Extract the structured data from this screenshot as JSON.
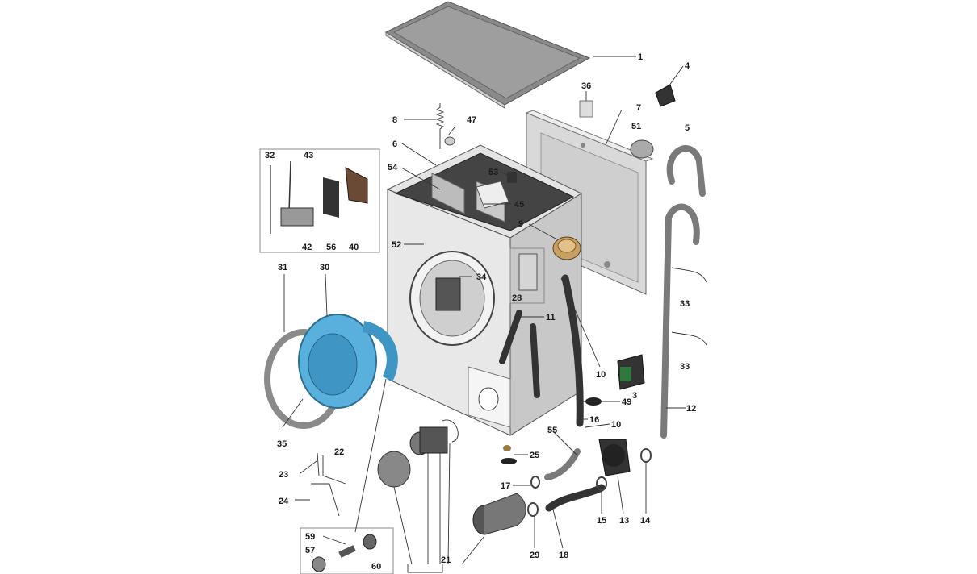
{
  "labels": [
    "1",
    "4",
    "36",
    "7",
    "8",
    "47",
    "51",
    "5",
    "6",
    "53",
    "54",
    "45",
    "32",
    "43",
    "9",
    "52",
    "42",
    "56",
    "40",
    "34",
    "31",
    "30",
    "28",
    "11",
    "33",
    "33",
    "10",
    "3",
    "49",
    "12",
    "35",
    "16",
    "10",
    "55",
    "25",
    "22",
    "23",
    "17",
    "24",
    "13",
    "14",
    "15",
    "29",
    "18",
    "59",
    "21",
    "57",
    "60"
  ],
  "colors": {
    "gasket": "#5ab0dc",
    "heater_plate": "#c8a060",
    "pcb": "#2f7a3a",
    "cabinet": "#d9d9d9",
    "line": "#333333"
  }
}
